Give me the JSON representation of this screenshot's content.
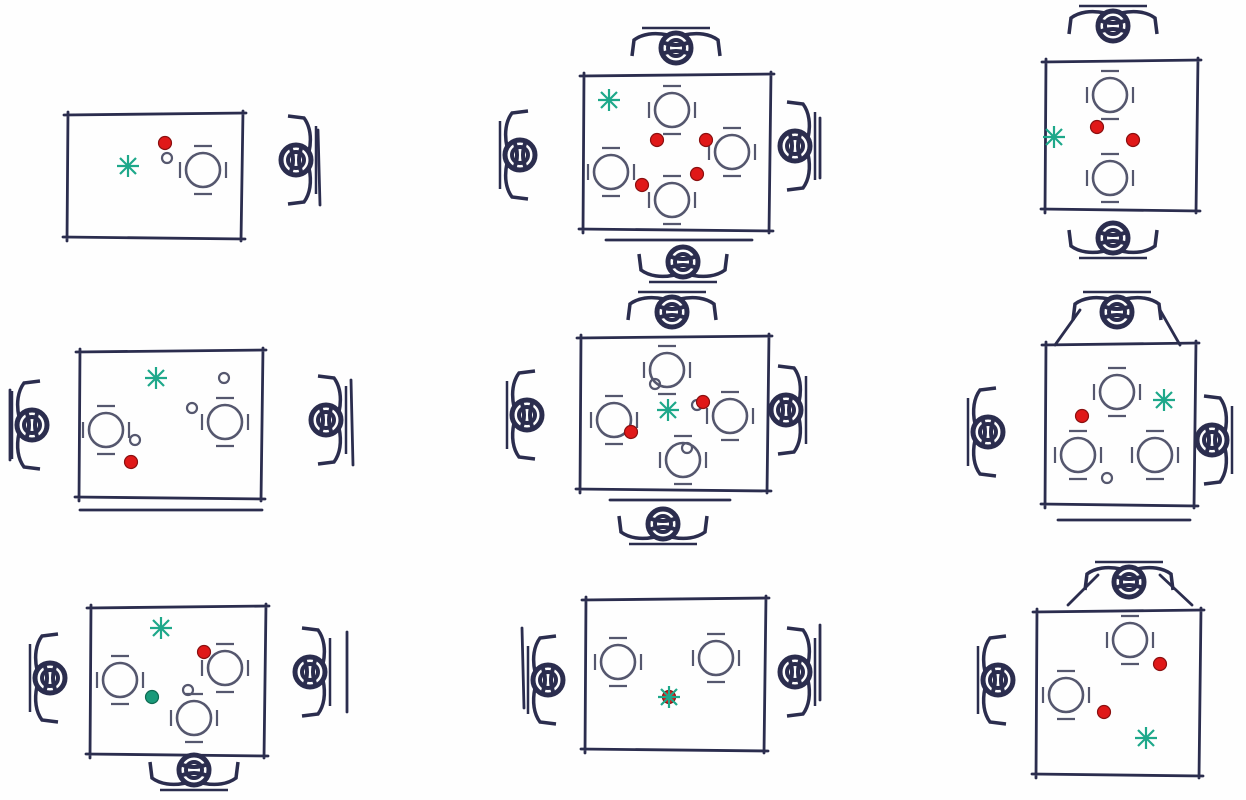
{
  "sheet": {
    "title": "",
    "colors": {
      "ink": "#2b2d4e",
      "ink_light": "#55576e",
      "brown": "#7a5a5a",
      "dot": "#e01818",
      "dot_outline": "#8a1010",
      "star": "#1ea88a",
      "green_dot": "#1a9a7a"
    },
    "icons": [
      "seated-person-icon",
      "plate-icon",
      "glass-icon",
      "red-dot-marker",
      "teal-star-marker",
      "green-dot-marker"
    ],
    "panel_count": 9,
    "panels": [
      {
        "id": "r1c1",
        "people": 1,
        "plates": 1,
        "red_dots": 1,
        "stars": 1,
        "green_dots": 0
      },
      {
        "id": "r1c2",
        "people": 4,
        "plates": 4,
        "red_dots": 4,
        "stars": 1,
        "green_dots": 0
      },
      {
        "id": "r1c3",
        "people": 2,
        "plates": 2,
        "red_dots": 2,
        "stars": 1,
        "green_dots": 0
      },
      {
        "id": "r2c1",
        "people": 2,
        "plates": 2,
        "red_dots": 1,
        "stars": 1,
        "green_dots": 0
      },
      {
        "id": "r2c2",
        "people": 4,
        "plates": 4,
        "red_dots": 2,
        "stars": 1,
        "green_dots": 0
      },
      {
        "id": "r2c3",
        "people": 3,
        "plates": 3,
        "red_dots": 1,
        "stars": 1,
        "green_dots": 0
      },
      {
        "id": "r3c1",
        "people": 3,
        "plates": 3,
        "red_dots": 1,
        "stars": 1,
        "green_dots": 1
      },
      {
        "id": "r3c2",
        "people": 2,
        "plates": 2,
        "red_dots": 1,
        "stars": 1,
        "green_dots": 0
      },
      {
        "id": "r3c3",
        "people": 2,
        "plates": 2,
        "red_dots": 2,
        "stars": 1,
        "green_dots": 0
      }
    ]
  }
}
